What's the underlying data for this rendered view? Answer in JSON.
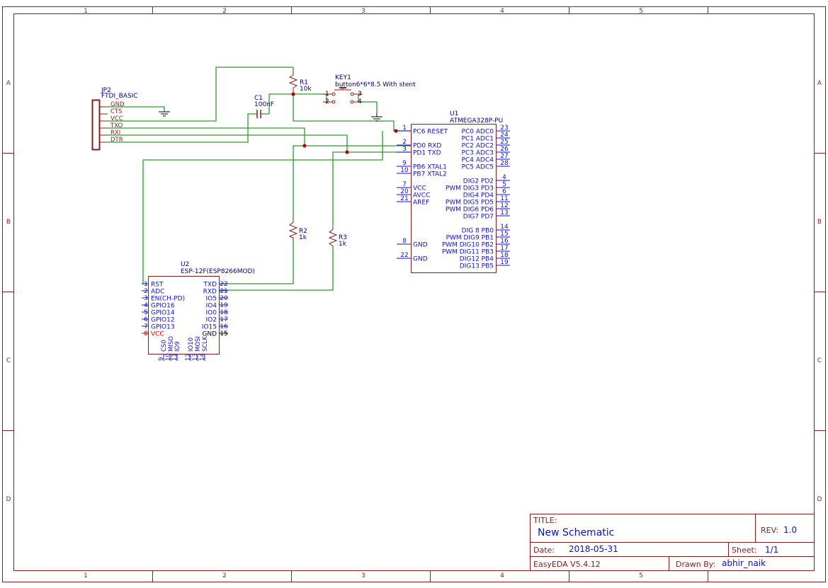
{
  "colors": {
    "frame": "#8b1a1a",
    "wire": "#2e9a2e",
    "pin": "#1010c8",
    "label": "#000080",
    "power_red": "#e00000",
    "junction": "#c00000"
  },
  "frame": {
    "columns": [
      "1",
      "2",
      "3",
      "4",
      "5"
    ],
    "rows": [
      "A",
      "B",
      "C",
      "D"
    ]
  },
  "title_block": {
    "title_label": "TITLE:",
    "title": "New Schematic",
    "rev_label": "REV:",
    "rev": "1.0",
    "date_label": "Date:",
    "date": "2018-05-31",
    "sheet_label": "Sheet:",
    "sheet": "1/1",
    "tool": "EasyEDA V5.4.12",
    "drawn_by_label": "Drawn By:",
    "drawn_by": "abhir_naik"
  },
  "components": {
    "jp2": {
      "ref": "JP2",
      "value": "FTDI_BASIC",
      "pins": [
        "GND",
        "CTS",
        "VCC",
        "TXO",
        "RXI",
        "DTR"
      ]
    },
    "r1": {
      "ref": "R1",
      "value": "10k"
    },
    "r2": {
      "ref": "R2",
      "value": "1k"
    },
    "r3": {
      "ref": "R3",
      "value": "1k"
    },
    "c1": {
      "ref": "C1",
      "value": "100nF"
    },
    "key1": {
      "ref": "KEY1",
      "value": "button6*6*8.5 With stent",
      "pin_numbers": [
        "1",
        "2",
        "3",
        "4"
      ]
    },
    "u1": {
      "ref": "U1",
      "value": "ATMEGA328P-PU",
      "left_pins": [
        {
          "num": "1",
          "name": "PC6 RESET"
        },
        {
          "num": "2",
          "name": "PD0 RXD"
        },
        {
          "num": "3",
          "name": "PD1 TXD"
        },
        {
          "num": "9",
          "name": "PB6 XTAL1"
        },
        {
          "num": "10",
          "name": "PB7 XTAL2"
        },
        {
          "num": "7",
          "name": "VCC"
        },
        {
          "num": "20",
          "name": "AVCC"
        },
        {
          "num": "21",
          "name": "AREF"
        },
        {
          "num": "8",
          "name": "GND"
        },
        {
          "num": "22",
          "name": "GND"
        }
      ],
      "right_pins": [
        {
          "num": "23",
          "name": "PC0 ADC0"
        },
        {
          "num": "24",
          "name": "PC1 ADC1"
        },
        {
          "num": "25",
          "name": "PC2 ADC2"
        },
        {
          "num": "26",
          "name": "PC3 ADC3"
        },
        {
          "num": "27",
          "name": "PC4 ADC4"
        },
        {
          "num": "28",
          "name": "PC5 ADC5"
        },
        {
          "num": "4",
          "name": "DIG2 PD2"
        },
        {
          "num": "5",
          "name": "PWM DIG3 PD3"
        },
        {
          "num": "6",
          "name": "DIG4 PD4"
        },
        {
          "num": "11",
          "name": "PWM DIG5 PD5"
        },
        {
          "num": "12",
          "name": "PWM DIG6 PD6"
        },
        {
          "num": "13",
          "name": "DIG7 PD7"
        },
        {
          "num": "14",
          "name": "DIG 8 PB0"
        },
        {
          "num": "15",
          "name": "PWM DIG9 PB1"
        },
        {
          "num": "16",
          "name": "PWM DIG10 PB2"
        },
        {
          "num": "17",
          "name": "PWM DIG11 PB3"
        },
        {
          "num": "18",
          "name": "DIG12 PB4"
        },
        {
          "num": "19",
          "name": "DIG13 PB5"
        }
      ]
    },
    "u2": {
      "ref": "U2",
      "value": "ESP-12F(ESP8266MOD)",
      "left_pins": [
        {
          "num": "1",
          "name": "RST"
        },
        {
          "num": "2",
          "name": "ADC"
        },
        {
          "num": "3",
          "name": "EN(CH-PD)"
        },
        {
          "num": "4",
          "name": "GPIO16"
        },
        {
          "num": "5",
          "name": "GPIO14"
        },
        {
          "num": "6",
          "name": "GPIO12"
        },
        {
          "num": "7",
          "name": "GPIO13"
        },
        {
          "num": "8",
          "name": "VCC"
        }
      ],
      "right_pins": [
        {
          "num": "22",
          "name": "TXD"
        },
        {
          "num": "21",
          "name": "RXD"
        },
        {
          "num": "20",
          "name": "IO5"
        },
        {
          "num": "19",
          "name": "IO4"
        },
        {
          "num": "18",
          "name": "IO0"
        },
        {
          "num": "17",
          "name": "IO2"
        },
        {
          "num": "16",
          "name": "IO15"
        },
        {
          "num": "15",
          "name": "GND"
        }
      ],
      "bottom_pins": [
        {
          "num": "9",
          "name": "CS0"
        },
        {
          "num": "10",
          "name": "MISO"
        },
        {
          "num": "11",
          "name": "IO9"
        },
        {
          "num": "12",
          "name": "IO10"
        },
        {
          "num": "13",
          "name": "MOSI"
        },
        {
          "num": "14",
          "name": "SCLK"
        }
      ]
    }
  }
}
